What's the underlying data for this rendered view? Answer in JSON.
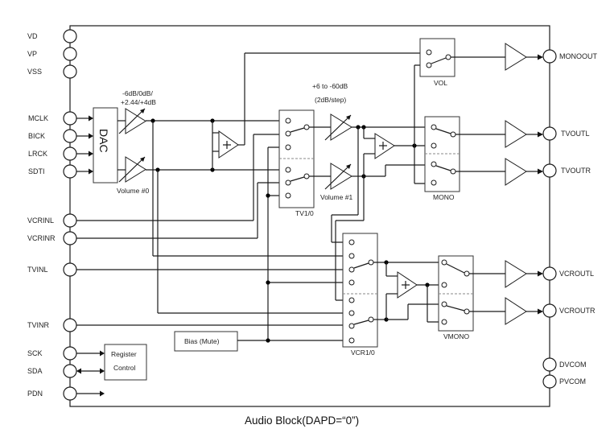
{
  "caption": "Audio Block(DAPD=“0”)",
  "pins_left": [
    {
      "id": "vd",
      "label": "VD"
    },
    {
      "id": "vp",
      "label": "VP"
    },
    {
      "id": "vss",
      "label": "VSS"
    },
    {
      "id": "mclk",
      "label": "MCLK"
    },
    {
      "id": "bick",
      "label": "BICK"
    },
    {
      "id": "lrck",
      "label": "LRCK"
    },
    {
      "id": "sdti",
      "label": "SDTI"
    },
    {
      "id": "vcrinl",
      "label": "VCRINL"
    },
    {
      "id": "vcrinr",
      "label": "VCRINR"
    },
    {
      "id": "tvinl",
      "label": "TVINL"
    },
    {
      "id": "tvinr",
      "label": "TVINR"
    },
    {
      "id": "sck",
      "label": "SCK"
    },
    {
      "id": "sda",
      "label": "SDA"
    },
    {
      "id": "pdn",
      "label": "PDN"
    }
  ],
  "pins_right": [
    {
      "id": "monoout",
      "label": "MONOOUT"
    },
    {
      "id": "tvoutl",
      "label": "TVOUTL"
    },
    {
      "id": "tvoutr",
      "label": "TVOUTR"
    },
    {
      "id": "vcroutl",
      "label": "VCROUTL"
    },
    {
      "id": "vcroutr",
      "label": "VCROUTR"
    },
    {
      "id": "dvcom",
      "label": "DVCOM"
    },
    {
      "id": "pvcom",
      "label": "PVCOM"
    }
  ],
  "blocks": {
    "dac": "DAC",
    "register_control_line1": "Register",
    "register_control_line2": "Control",
    "bias_mute": "Bias (Mute)",
    "vol": "VOL",
    "mono": "MONO",
    "tv": "TV1/0",
    "vcr": "VCR1/0",
    "vmono": "VMONO"
  },
  "annotations": {
    "dac_gain_line1": "-6dB/0dB/",
    "dac_gain_line2": "+2.44/+4dB",
    "volume0": "Volume #0",
    "vol1_range_line1": "+6 to -60dB",
    "vol1_range_line2": "(2dB/step)",
    "volume1": "Volume #1"
  }
}
